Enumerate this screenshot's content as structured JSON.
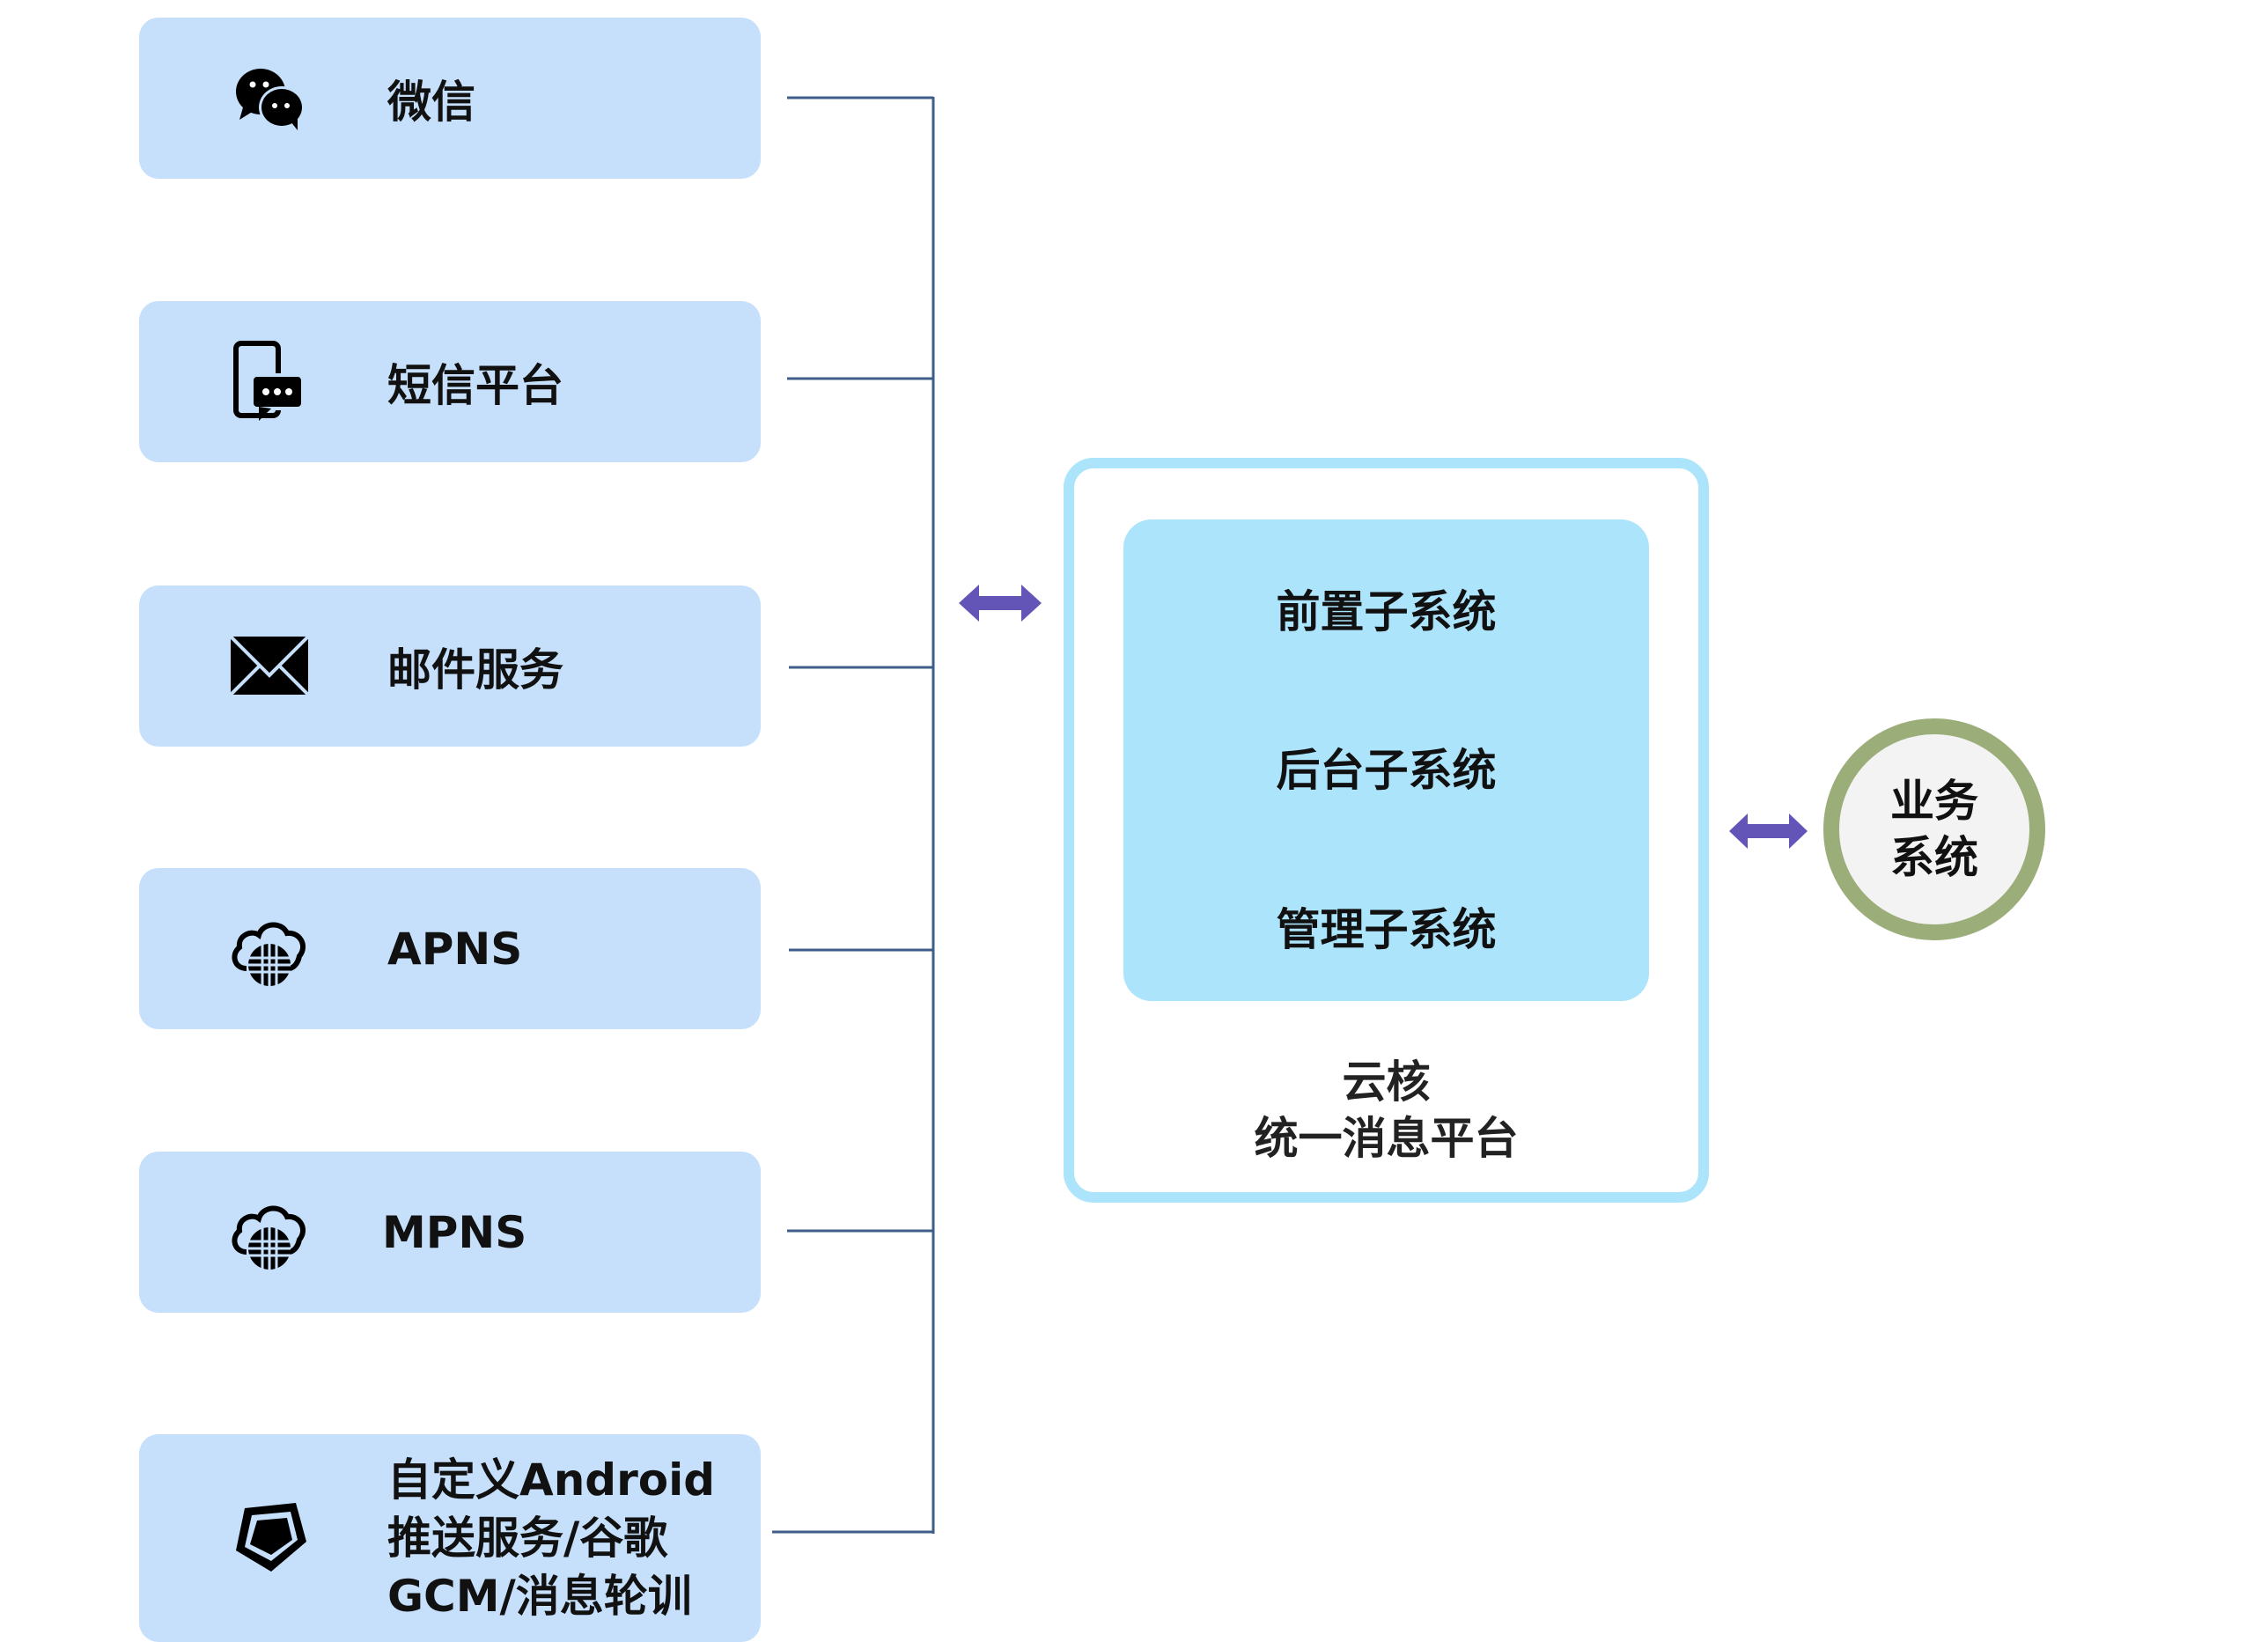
{
  "channels": [
    {
      "label": "微信",
      "icon": "wechat-icon"
    },
    {
      "label": "短信平台",
      "icon": "sms-phone-icon"
    },
    {
      "label": "邮件服务",
      "icon": "envelope-icon"
    },
    {
      "label": "APNS",
      "icon": "cloud-globe-icon"
    },
    {
      "label": "MPNS",
      "icon": "cloud-globe-icon"
    },
    {
      "label": "自定义Android推送服务/谷歌GCM/消息轮训",
      "icon": "pentagon-icon"
    }
  ],
  "platform": {
    "subsystems": [
      "前置子系统",
      "后台子系统",
      "管理子系统"
    ],
    "title_line1": "云核",
    "title_line2": "统一消息平台"
  },
  "business": {
    "label": "业务系统"
  },
  "colors": {
    "channel_box": "#c6e0fc",
    "connector": "#3e5d88",
    "arrow": "#6355b8",
    "platform_border": "#ace4fb",
    "business_ring": "#9bae7a"
  }
}
